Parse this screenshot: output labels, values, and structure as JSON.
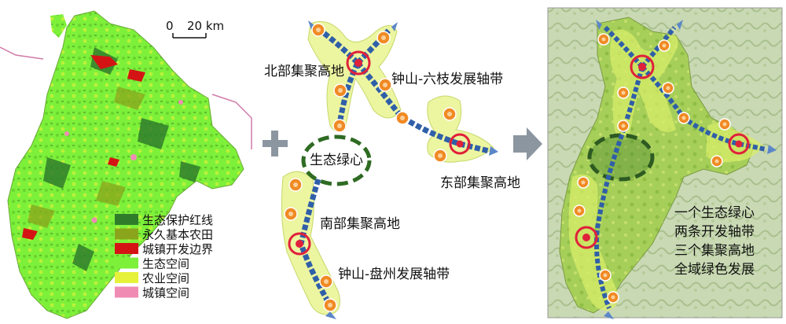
{
  "scale_bar": {
    "zero": "0",
    "distance": "20 km"
  },
  "legend": {
    "items": [
      {
        "label": "生态保护红线",
        "color": "#2f7d2b"
      },
      {
        "label": "永久基本农田",
        "color": "#8aa51c"
      },
      {
        "label": "城镇开发边界",
        "color": "#d41414"
      },
      {
        "label": "生态空间",
        "color": "#7df03a"
      },
      {
        "label": "农业空间",
        "color": "#e6f23a"
      },
      {
        "label": "城镇空间",
        "color": "#f08cb4"
      }
    ]
  },
  "diagram": {
    "north_highland": "北部集聚高地",
    "east_highland": "东部集聚高地",
    "south_highland": "南部集聚高地",
    "eco_core": "生态绿心",
    "axis_liuzhi": "钟山-六枝发展轴带",
    "axis_panzhou": "钟山-盘州发展轴带"
  },
  "summary": {
    "lines": [
      "一个生态绿心",
      "两条开发轴带",
      "三个集聚高地",
      "全域绿色发展"
    ]
  },
  "colors": {
    "eco_space": "#7df03a",
    "agri_space": "#e6f23a",
    "redline": "#2f7d2b",
    "farmland": "#8aa51c",
    "urban_boundary": "#d41414",
    "urban_space": "#f08cb4",
    "axis_blue": "#2f5fa8",
    "node_orange": "#f08a24",
    "highland_ring": "#e0213a",
    "blob_fill": "#ecf5a0",
    "eco_core_dash": "#2e6b23"
  }
}
